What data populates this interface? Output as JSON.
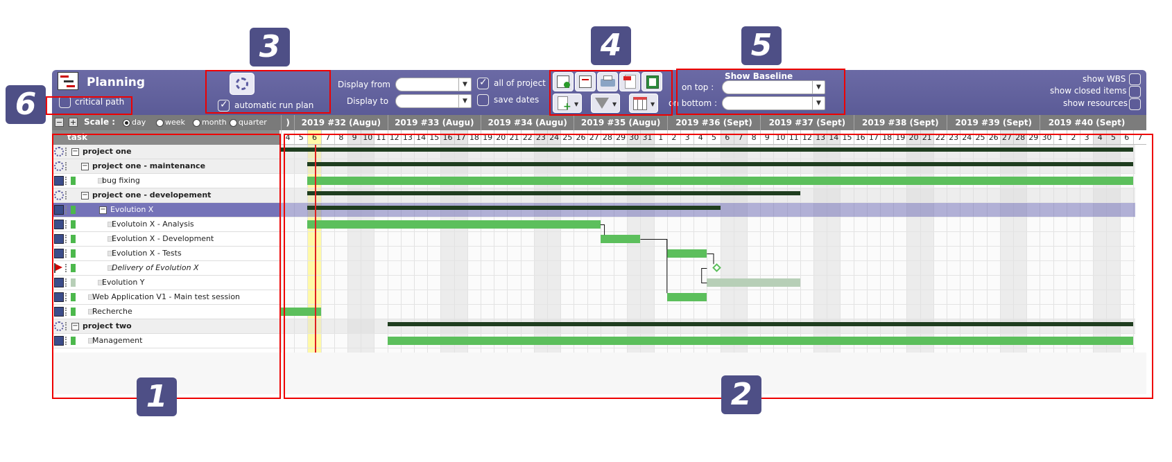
{
  "header": {
    "title": "Planning",
    "critical_path_label": "critical path",
    "auto_run_label": "automatic run plan",
    "display_from_label": "Display from",
    "display_to_label": "Display to",
    "all_of_project_label": "all of project",
    "save_dates_label": "save dates",
    "baseline_title": "Show Baseline",
    "on_top_label": "on top :",
    "on_bottom_label": "on bottom :",
    "show_wbs_label": "show WBS",
    "show_closed_label": "show closed items",
    "show_resources_label": "show resources"
  },
  "scale": {
    "label": "Scale :",
    "options": [
      "day",
      "week",
      "month",
      "quarter"
    ],
    "selected": "day"
  },
  "weeks": [
    "2019 #32 (Augu)",
    "2019 #33 (Augu)",
    "2019 #34 (Augu)",
    "2019 #35 (Augu)",
    "2019 #36 (Sept)",
    "2019 #37 (Sept)",
    "2019 #38 (Sept)",
    "2019 #39 (Sept)",
    "2019 #40 (Sept)"
  ],
  "days": [
    "4",
    "5",
    "6",
    "7",
    "8",
    "9",
    "10",
    "11",
    "12",
    "13",
    "14",
    "15",
    "16",
    "17",
    "18",
    "19",
    "20",
    "21",
    "22",
    "23",
    "24",
    "25",
    "26",
    "27",
    "28",
    "29",
    "30",
    "31",
    "1",
    "2",
    "3",
    "4",
    "5",
    "6",
    "7",
    "8",
    "9",
    "10",
    "11",
    "12",
    "13",
    "14",
    "15",
    "16",
    "17",
    "18",
    "19",
    "20",
    "21",
    "22",
    "23",
    "24",
    "25",
    "26",
    "27",
    "28",
    "29",
    "30",
    "1",
    "2",
    "3",
    "4",
    "5",
    "6",
    "7"
  ],
  "task_header": "task",
  "tasks": [
    {
      "name": "project one",
      "level": 0,
      "type": "project",
      "bold": true
    },
    {
      "name": "project one - maintenance",
      "level": 1,
      "type": "project",
      "bold": true
    },
    {
      "name": "bug fixing",
      "level": 2,
      "type": "activity"
    },
    {
      "name": "project one - developement",
      "level": 1,
      "type": "project",
      "bold": true
    },
    {
      "name": "Evolution X",
      "level": 2,
      "type": "group",
      "selected": true
    },
    {
      "name": "Evolutoin X - Analysis",
      "level": 3,
      "type": "activity"
    },
    {
      "name": "Evolution X - Development",
      "level": 3,
      "type": "activity"
    },
    {
      "name": "Evolution X - Tests",
      "level": 3,
      "type": "activity"
    },
    {
      "name": "Delivery of Evolution X",
      "level": 3,
      "type": "milestone",
      "italic": true
    },
    {
      "name": "Evolution Y",
      "level": 2,
      "type": "activity"
    },
    {
      "name": "Web Application V1 - Main test session",
      "level": 1,
      "type": "activity"
    },
    {
      "name": "Recherche",
      "level": 1,
      "type": "activity"
    },
    {
      "name": "project two",
      "level": 0,
      "type": "project",
      "bold": true
    },
    {
      "name": "Management",
      "level": 1,
      "type": "activity"
    }
  ],
  "callouts": [
    "1",
    "2",
    "3",
    "4",
    "5",
    "6"
  ],
  "colors": {
    "header": "#6b6aa5",
    "bar_green": "#5cbf5c",
    "bar_dark": "#1f3d1f",
    "bar_pale": "#b7cfb7",
    "selected_row": "#7573b8",
    "today_column": "#fff9a8",
    "callout_border": "#e00000",
    "badge": "#4e4f86"
  }
}
